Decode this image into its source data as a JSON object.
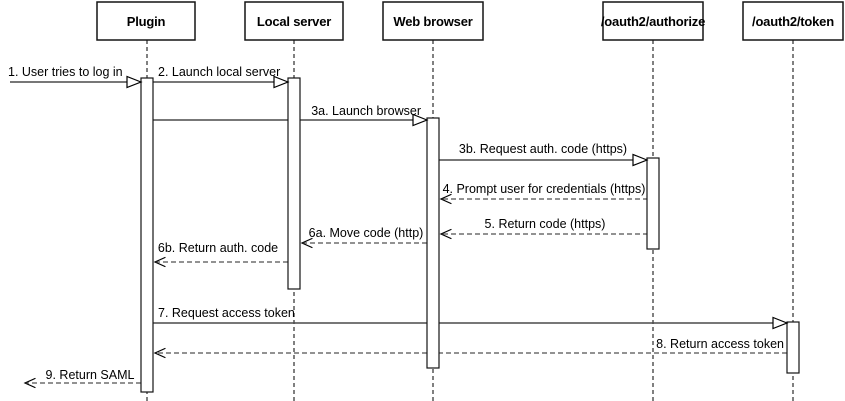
{
  "diagram_type": "uml-sequence",
  "actors": [
    {
      "label": "Plugin"
    },
    {
      "label": "Local server"
    },
    {
      "label": "Web browser"
    },
    {
      "label": "/oauth2/authorize"
    },
    {
      "label": "/oauth2/token"
    }
  ],
  "messages": [
    {
      "label": "1. User tries to log in",
      "from": "user",
      "to": "Plugin",
      "style": "solid",
      "arrow": "hollow-triangle"
    },
    {
      "label": "2. Launch local server",
      "from": "Plugin",
      "to": "Local server",
      "style": "solid",
      "arrow": "hollow-triangle"
    },
    {
      "label": "3a. Launch browser",
      "from": "Plugin",
      "to": "Web browser",
      "style": "solid",
      "arrow": "hollow-triangle"
    },
    {
      "label": "3b. Request auth. code (https)",
      "from": "Web browser",
      "to": "/oauth2/authorize",
      "style": "solid",
      "arrow": "hollow-triangle"
    },
    {
      "label": "4. Prompt user for credentials (https)",
      "from": "/oauth2/authorize",
      "to": "Web browser",
      "style": "dashed",
      "arrow": "open"
    },
    {
      "label": "5. Return code (https)",
      "from": "/oauth2/authorize",
      "to": "Web browser",
      "style": "dashed",
      "arrow": "open"
    },
    {
      "label": "6a. Move code (http)",
      "from": "Web browser",
      "to": "Local server",
      "style": "dashed",
      "arrow": "open"
    },
    {
      "label": "6b. Return auth. code",
      "from": "Local server",
      "to": "Plugin",
      "style": "dashed",
      "arrow": "open"
    },
    {
      "label": "7. Request access token",
      "from": "Plugin",
      "to": "/oauth2/token",
      "style": "solid",
      "arrow": "hollow-triangle"
    },
    {
      "label": "8. Return access token",
      "from": "/oauth2/token",
      "to": "Plugin",
      "style": "dashed",
      "arrow": "open"
    },
    {
      "label": "9. Return SAML",
      "from": "Plugin",
      "to": "user",
      "style": "dashed",
      "arrow": "open"
    }
  ],
  "colors": {
    "background": "#ffffff",
    "box_border": "#141414",
    "solid_line": "#4a4a4a",
    "dashed_line": "#6e6e6e",
    "text": "#000000"
  }
}
